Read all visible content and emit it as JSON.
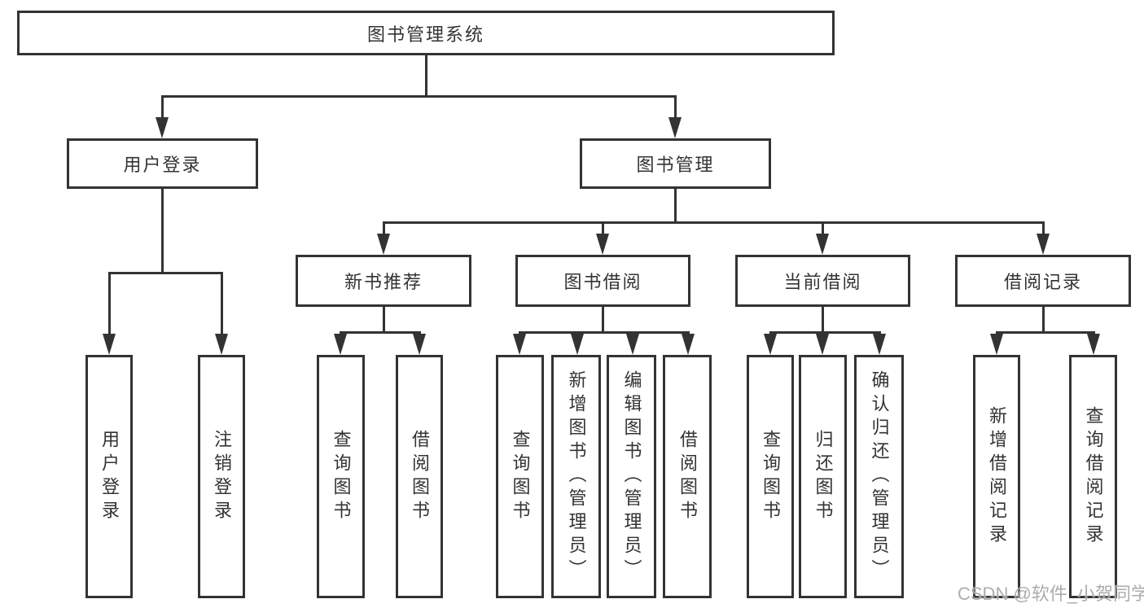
{
  "diagram_title": "图书管理系统",
  "tree": {
    "root": {
      "label": "图书管理系统"
    },
    "branches": [
      {
        "label": "用户登录",
        "children": [
          {
            "label": "用户登录"
          },
          {
            "label": "注销登录"
          }
        ]
      },
      {
        "label": "图书管理",
        "children": [
          {
            "label": "新书推荐",
            "children": [
              {
                "label": "查询图书"
              },
              {
                "label": "借阅图书"
              }
            ]
          },
          {
            "label": "图书借阅",
            "children": [
              {
                "label": "查询图书"
              },
              {
                "label": "新增图书（管理员）"
              },
              {
                "label": "编辑图书（管理员）"
              },
              {
                "label": "借阅图书"
              }
            ]
          },
          {
            "label": "当前借阅",
            "children": [
              {
                "label": "查询图书"
              },
              {
                "label": "归还图书"
              },
              {
                "label": "确认归还（管理员）"
              }
            ]
          },
          {
            "label": "借阅记录",
            "children": [
              {
                "label": "新增借阅记录"
              },
              {
                "label": "查询借阅记录"
              }
            ]
          }
        ]
      }
    ]
  },
  "watermark": {
    "text": "CSDN @软件_小贺同学",
    "color": "#9e9e9e"
  },
  "colors": {
    "line": "#333333",
    "text": "#333333",
    "box_background": "#ffffff",
    "page_background": "#ffffff"
  }
}
